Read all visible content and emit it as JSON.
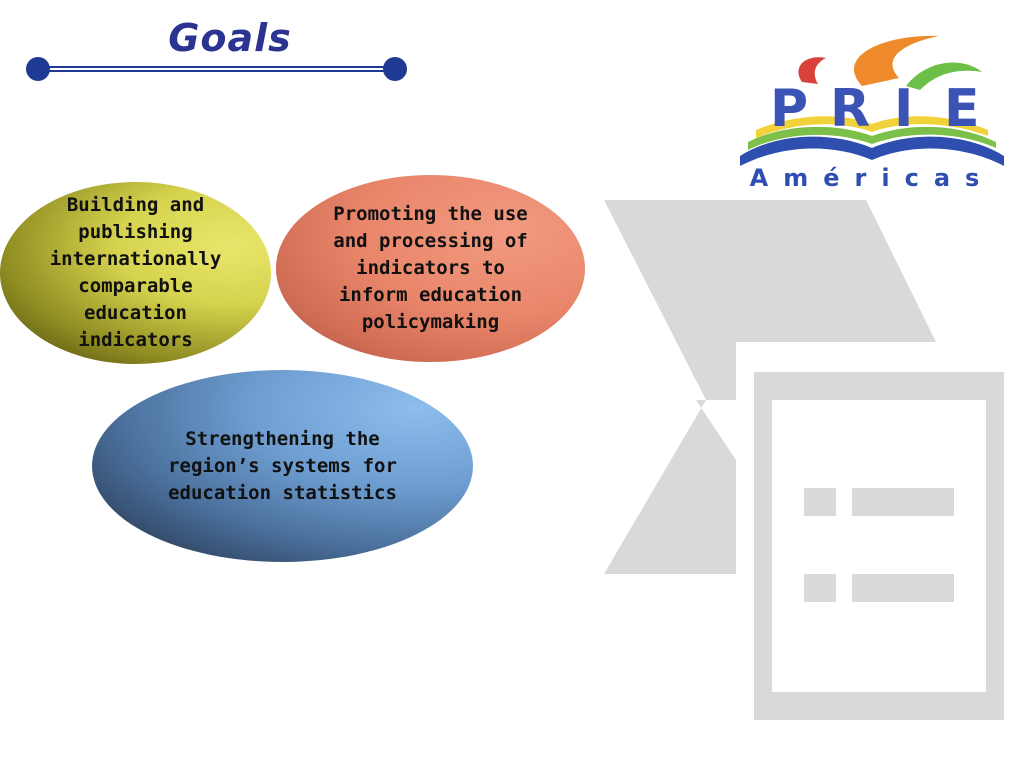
{
  "slide": {
    "title": "Goals"
  },
  "goals": [
    {
      "text": "Building and publishing internationally comparable education indicators",
      "color": "#d6d34e"
    },
    {
      "text": "Promoting the use and processing of indicators to inform education policymaking",
      "color": "#e9866a"
    },
    {
      "text": "Strengthening the region’s systems for education statistics",
      "color": "#6f9fd2"
    }
  ],
  "logo": {
    "letters": [
      "P",
      "R",
      "I",
      "E"
    ],
    "subtitle": "Américas"
  },
  "colors": {
    "title": "#2b3490",
    "accent_navy": "#1f3a93",
    "placeholder_gray": "#d9d9d9"
  },
  "icons": {
    "placeholder": "picture-placeholder-icon"
  }
}
